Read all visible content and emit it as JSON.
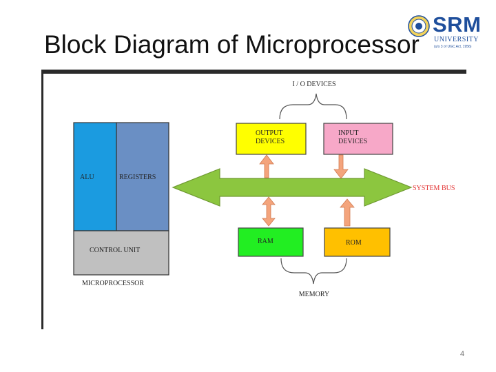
{
  "slide": {
    "title": "Block Diagram of Microprocessor",
    "page_number": "4"
  },
  "logo": {
    "brand": "SRM",
    "sub": "UNIVERSITY",
    "tiny": "(u/s 3 of UGC Act, 1956)"
  },
  "diagram": {
    "io_devices": "I / O DEVICES",
    "output_devices": [
      "OUTPUT",
      "DEVICES"
    ],
    "input_devices": [
      "INPUT",
      "DEVICES"
    ],
    "alu": "ALU",
    "registers": "REGISTERS",
    "control_unit": "CONTROL UNIT",
    "microprocessor": "MICROPROCESSOR",
    "system_bus": "SYSTEM BUS",
    "ram": "RAM",
    "rom": "ROM",
    "memory": "MEMORY"
  },
  "colors": {
    "alu": "#1b9be0",
    "registers": "#6a8fc4",
    "control_unit": "#c0c0c0",
    "output_devices": "#ffff00",
    "input_devices": "#f7a8c8",
    "ram": "#22ee22",
    "rom": "#ffc000",
    "bus": "#8cc63f",
    "arrow": "#f4a47c",
    "bus_label": "#e23030"
  }
}
